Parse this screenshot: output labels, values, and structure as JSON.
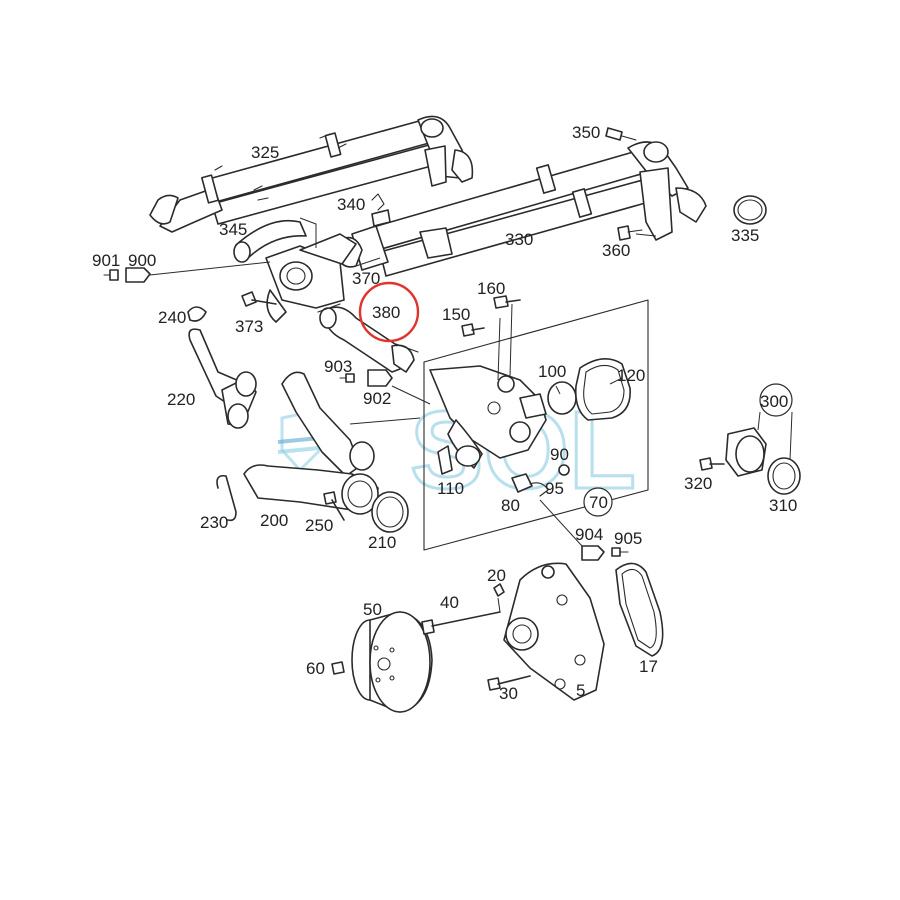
{
  "diagram": {
    "watermark": "SOL",
    "highlighted_part": "380",
    "labels": {
      "p325": "325",
      "p350": "350",
      "p340": "340",
      "p345": "345",
      "p330": "330",
      "p335": "335",
      "p360": "360",
      "p901": "901",
      "p900": "900",
      "p370": "370",
      "p380": "380",
      "p160": "160",
      "p150": "150",
      "p240": "240",
      "p373": "373",
      "p903": "903",
      "p902": "902",
      "p100": "100",
      "p120": "120",
      "p300": "300",
      "p220": "220",
      "p90": "90",
      "p95": "95",
      "p110": "110",
      "p70": "70",
      "p80": "80",
      "p320": "320",
      "p310": "310",
      "p230": "230",
      "p200": "200",
      "p250": "250",
      "p210": "210",
      "p904": "904",
      "p905": "905",
      "p20": "20",
      "p50": "50",
      "p40": "40",
      "p60": "60",
      "p17": "17",
      "p30": "30",
      "p5": "5"
    }
  }
}
